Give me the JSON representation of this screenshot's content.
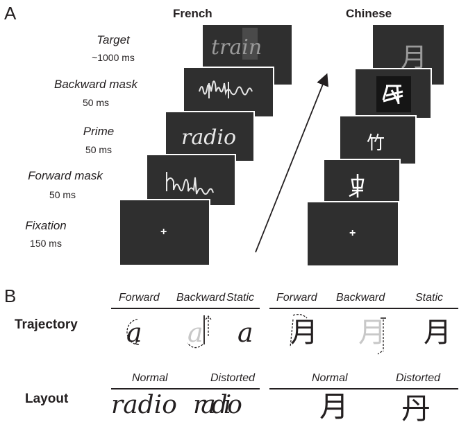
{
  "panel_a": {
    "letter": "A",
    "columns": {
      "french": "French",
      "chinese": "Chinese"
    },
    "steps": [
      {
        "name": "Target",
        "duration": "~1000 ms"
      },
      {
        "name": "Backward mask",
        "duration": "50 ms"
      },
      {
        "name": "Prime",
        "duration": "50 ms"
      },
      {
        "name": "Forward mask",
        "duration": "50 ms"
      },
      {
        "name": "Fixation",
        "duration": "150 ms"
      }
    ],
    "french_screens": {
      "target": "train",
      "prime": "radio",
      "fixation": "+"
    },
    "chinese_screens": {
      "target": "月",
      "prime": "竹",
      "fixation": "+"
    }
  },
  "panel_b": {
    "letter": "B",
    "rows": {
      "trajectory": "Trajectory",
      "layout": "Layout"
    },
    "trajectory_conditions": [
      "Forward",
      "Backward",
      "Static"
    ],
    "layout_conditions": [
      "Normal",
      "Distorted"
    ],
    "french_examples": {
      "trajectory_letter": "a",
      "layout_word": "radio"
    },
    "chinese_examples": {
      "trajectory_char": "月",
      "layout_normal": "月",
      "layout_distorted": "丹"
    }
  },
  "colors": {
    "screen": "#2f2f2f",
    "screen_border": "#ffffff",
    "ink": "#231f20",
    "faded_ink": "#c8c8c8"
  }
}
